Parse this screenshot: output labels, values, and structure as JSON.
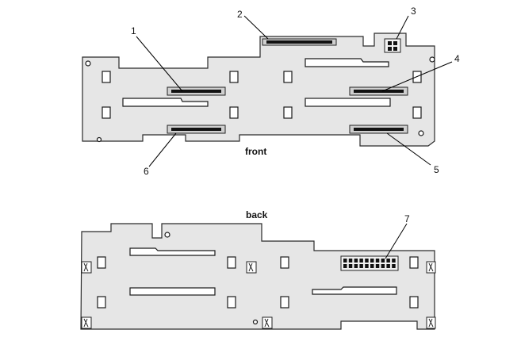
{
  "views": {
    "front_label": "front",
    "back_label": "back"
  },
  "callouts": {
    "c1": "1",
    "c2": "2",
    "c3": "3",
    "c4": "4",
    "c5": "5",
    "c6": "6",
    "c7": "7"
  }
}
